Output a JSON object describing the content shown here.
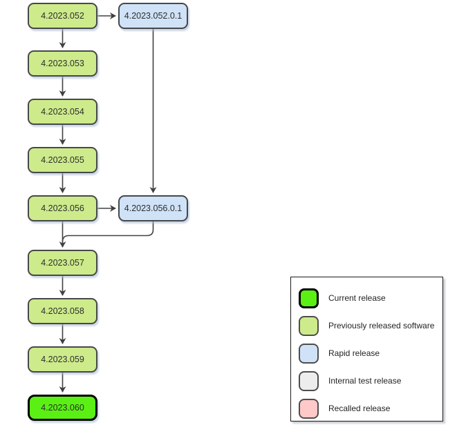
{
  "diagram": {
    "nodes": [
      {
        "label": "4.2023.052",
        "type": "released"
      },
      {
        "label": "4.2023.053",
        "type": "released"
      },
      {
        "label": "4.2023.054",
        "type": "released"
      },
      {
        "label": "4.2023.055",
        "type": "released"
      },
      {
        "label": "4.2023.056",
        "type": "released"
      },
      {
        "label": "4.2023.057",
        "type": "released"
      },
      {
        "label": "4.2023.058",
        "type": "released"
      },
      {
        "label": "4.2023.059",
        "type": "released"
      },
      {
        "label": "4.2023.060",
        "type": "current"
      },
      {
        "label": "4.2023.052.0.1",
        "type": "rapid"
      },
      {
        "label": "4.2023.056.0.1",
        "type": "rapid"
      }
    ],
    "edges": [
      {
        "from": "4.2023.052",
        "to": "4.2023.053"
      },
      {
        "from": "4.2023.053",
        "to": "4.2023.054"
      },
      {
        "from": "4.2023.054",
        "to": "4.2023.055"
      },
      {
        "from": "4.2023.055",
        "to": "4.2023.056"
      },
      {
        "from": "4.2023.056",
        "to": "4.2023.057"
      },
      {
        "from": "4.2023.057",
        "to": "4.2023.058"
      },
      {
        "from": "4.2023.058",
        "to": "4.2023.059"
      },
      {
        "from": "4.2023.059",
        "to": "4.2023.060"
      },
      {
        "from": "4.2023.052",
        "to": "4.2023.052.0.1"
      },
      {
        "from": "4.2023.052.0.1",
        "to": "4.2023.056.0.1"
      },
      {
        "from": "4.2023.056",
        "to": "4.2023.056.0.1"
      },
      {
        "from": "4.2023.056.0.1",
        "to": "4.2023.057"
      }
    ]
  },
  "legend": {
    "items": [
      {
        "label": "Current release",
        "type": "current",
        "color": "#5af014"
      },
      {
        "label": "Previously released software",
        "type": "released",
        "color": "#cdeb8b"
      },
      {
        "label": "Rapid release",
        "type": "rapid",
        "color": "#cfe2f7"
      },
      {
        "label": "Internal test release",
        "type": "internal",
        "color": "#ededed"
      },
      {
        "label": "Recalled release",
        "type": "recalled",
        "color": "#ffc9c9"
      }
    ]
  },
  "colors": {
    "node_border": "#474747",
    "current_border": "#000000",
    "edge": "#404040",
    "background": "#ffffff"
  }
}
